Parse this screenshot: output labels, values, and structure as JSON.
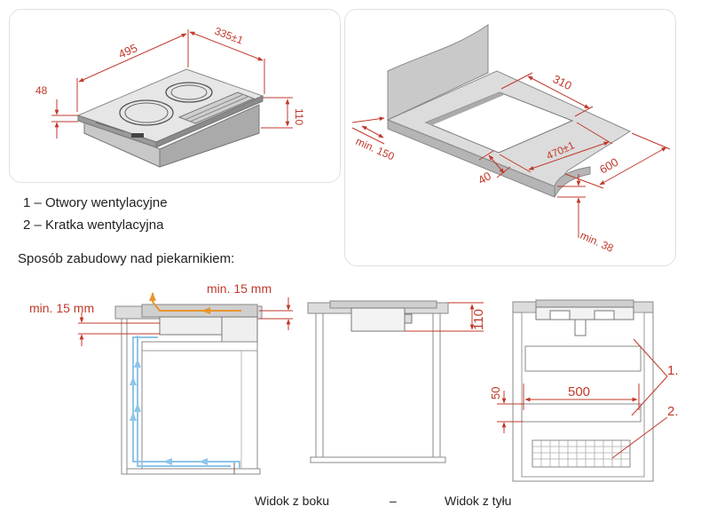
{
  "hob_view": {
    "width": "495",
    "depth": "335±1",
    "thickness": "48",
    "height": "110"
  },
  "cutout_view": {
    "back_depth": "310",
    "cutout_width": "470±1",
    "front_margin": "40",
    "counter_depth": "600",
    "min_back": "min. 150",
    "min_thickness": "min. 38"
  },
  "legend": {
    "item1": "1 – Otwory wentylacyjne",
    "item2": "2 – Kratka wentylacyjna"
  },
  "install_title": "Sposób zabudowy nad piekarnikiem:",
  "side_view": {
    "min_left": "min. 15 mm",
    "min_top": "min. 15 mm"
  },
  "front_view": {
    "height": "110"
  },
  "back_view": {
    "width": "500",
    "gap": "50",
    "callout1": "1.",
    "callout2": "2."
  },
  "captions": {
    "side": "Widok z boku",
    "separator": "–",
    "back": "Widok z tyłu"
  },
  "colors": {
    "dimension": "#c0392b",
    "air_in": "#8ec5ea",
    "air_out": "#e8962e",
    "line": "#555555"
  }
}
